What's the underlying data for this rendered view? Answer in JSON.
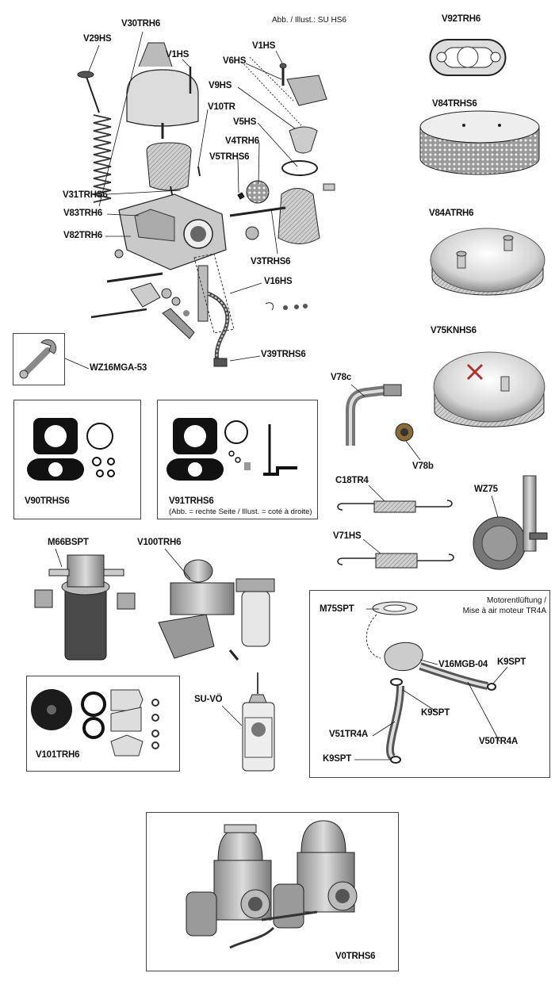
{
  "header": {
    "caption": "Abb. / Illust.: SU HS6"
  },
  "labels": {
    "V30TRH6": "V30TRH6",
    "V29HS": "V29HS",
    "V1HS_a": "V1HS",
    "V1HS_b": "V1HS",
    "V6HS": "V6HS",
    "V9HS": "V9HS",
    "V10TR": "V10TR",
    "V5HS": "V5HS",
    "V4TRH6": "V4TRH6",
    "V5TRHS6": "V5TRHS6",
    "V31TRHS6": "V31TRHS6",
    "V83TRH6": "V83TRH6",
    "V82TRH6": "V82TRH6",
    "V3TRHS6": "V3TRHS6",
    "V16HS": "V16HS",
    "V39TRHS6": "V39TRHS6",
    "WZ16MGA53": "WZ16MGA-53",
    "V92TRH6": "V92TRH6",
    "V84TRHS6": "V84TRHS6",
    "V84ATRH6": "V84ATRH6",
    "V75KNHS6": "V75KNHS6",
    "V78c": "V78c",
    "V78b": "V78b",
    "V90TRHS6": "V90TRHS6",
    "V91TRHS6": "V91TRHS6",
    "V91note": "(Abb. = rechte Seite / Illust. = coté à droite)",
    "C18TR4": "C18TR4",
    "V71HS": "V71HS",
    "WZ75": "WZ75",
    "M66BSPT": "M66BSPT",
    "V100TRH6": "V100TRH6",
    "SUVO": "SU-VÖ",
    "V101TRH6": "V101TRH6",
    "motor_caption_1": "Motorentlüftung /",
    "motor_caption_2": "Mise à air moteur TR4A",
    "M75SPT": "M75SPT",
    "V16MGB04": "V16MGB-04",
    "K9SPT_a": "K9SPT",
    "K9SPT_b": "K9SPT",
    "K9SPT_c": "K9SPT",
    "V51TR4A": "V51TR4A",
    "V50TR4A": "V50TR4A",
    "V0TRHS6": "V0TRHS6"
  },
  "icons": [
    "wrench-icon",
    "gasket-icon",
    "air-filter-icon",
    "spring-icon",
    "fuel-pump-icon",
    "oil-bottle-icon",
    "carburetor-icon",
    "hose-icon"
  ]
}
